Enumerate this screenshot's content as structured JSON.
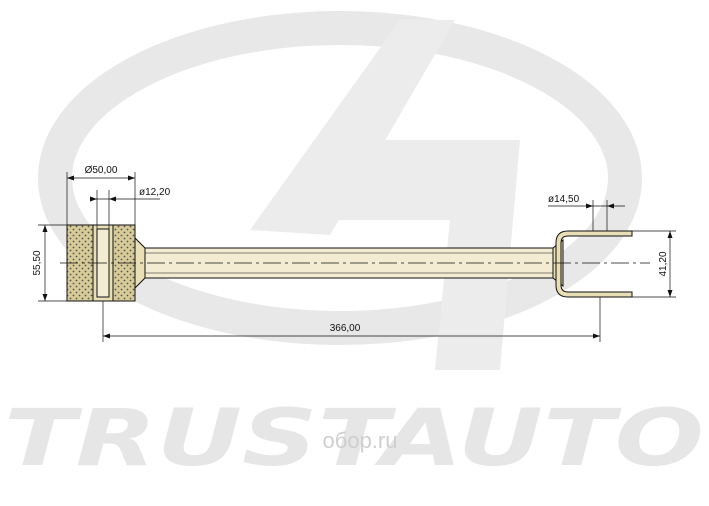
{
  "watermark": {
    "brand": "TRUSTAUTO",
    "site": "oбоp.ru",
    "color": "#e6e6e6",
    "site_color": "#d0d0d0"
  },
  "dimensions": {
    "bushing_outer_diameter": "Ø50,00",
    "bushing_inner_diameter": "ø12,20",
    "bushing_height": "55,50",
    "overall_length": "366,00",
    "eye_inner_diameter": "ø14,50",
    "eye_height": "41,20"
  },
  "colors": {
    "line": "#111111",
    "bushing_fill": "#e9dfb6",
    "rubber_fill": "#d7cb98",
    "rod_fill": "#f3ecd2"
  }
}
